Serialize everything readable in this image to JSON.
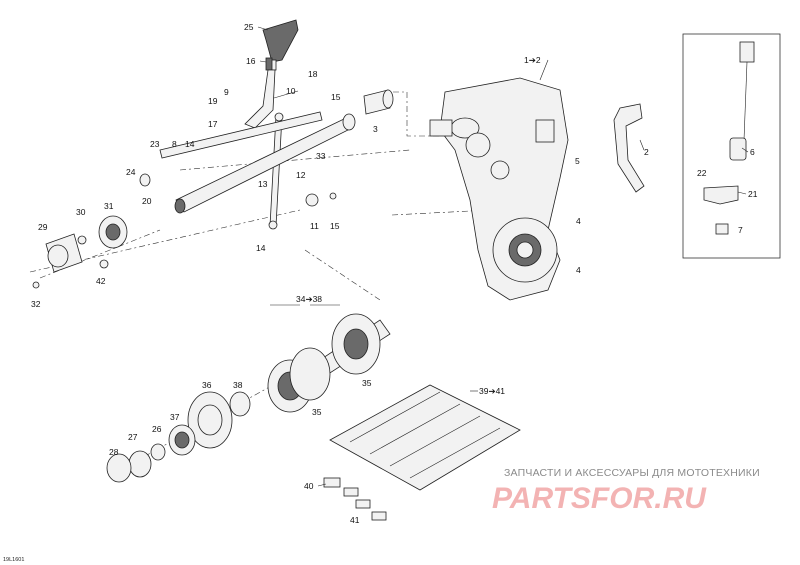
{
  "diagram_ref": "19L1601",
  "watermark": {
    "tagline": "ЗАПЧАСТИ И АКСЕССУАРЫ ДЛЯ МОТОТЕХНИКИ",
    "logo": "PARTSFOR.RU"
  },
  "callouts": [
    "25",
    "16",
    "18",
    "9",
    "10",
    "15",
    "19",
    "17",
    "14",
    "8",
    "23",
    "3",
    "33",
    "1➔2",
    "5",
    "2",
    "6",
    "22",
    "21",
    "7",
    "24",
    "20",
    "12",
    "13",
    "11",
    "15",
    "4",
    "4",
    "30",
    "31",
    "29",
    "42",
    "32",
    "14",
    "34➔38",
    "35",
    "35",
    "36",
    "38",
    "37",
    "26",
    "27",
    "28",
    "39➔41",
    "40",
    "41"
  ],
  "colors": {
    "line": "#222222",
    "watermark_logo": "#f3b3b3",
    "watermark_text": "#8a8a8a"
  }
}
